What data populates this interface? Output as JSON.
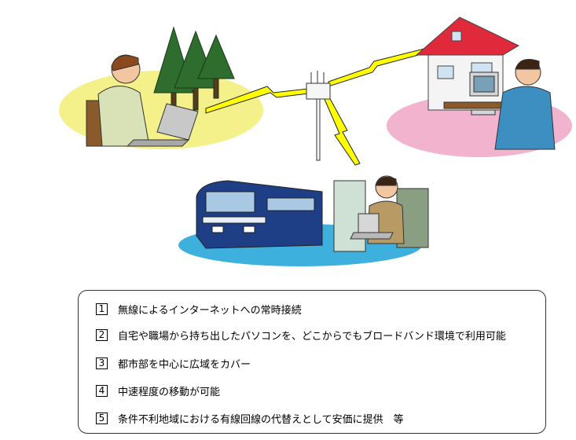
{
  "features": [
    {
      "num": "1",
      "text": "無線によるインターネットへの常時接続"
    },
    {
      "num": "2",
      "text": "自宅や職場から持ち出したパソコンを、どこからでもブロードバンド環境で利用可能"
    },
    {
      "num": "3",
      "text": "都市部を中心に広域をカバー"
    },
    {
      "num": "4",
      "text": "中速程度の移動が可能"
    },
    {
      "num": "5",
      "text": "条件不利地域における有線回線の代替えとして安価に提供　等"
    }
  ],
  "colors": {
    "forest_ground": "#f4f08a",
    "house_ground": "#f2b3cf",
    "train_ground": "#3eb0dd",
    "lightning": "#ffff00",
    "roof": "#e02a3c",
    "train_body": "#1e3f86"
  },
  "icons": [
    "antenna-icon",
    "lightning-bolt-icon",
    "laptop-icon",
    "house-icon",
    "train-icon",
    "tree-icon",
    "desktop-computer-icon"
  ]
}
